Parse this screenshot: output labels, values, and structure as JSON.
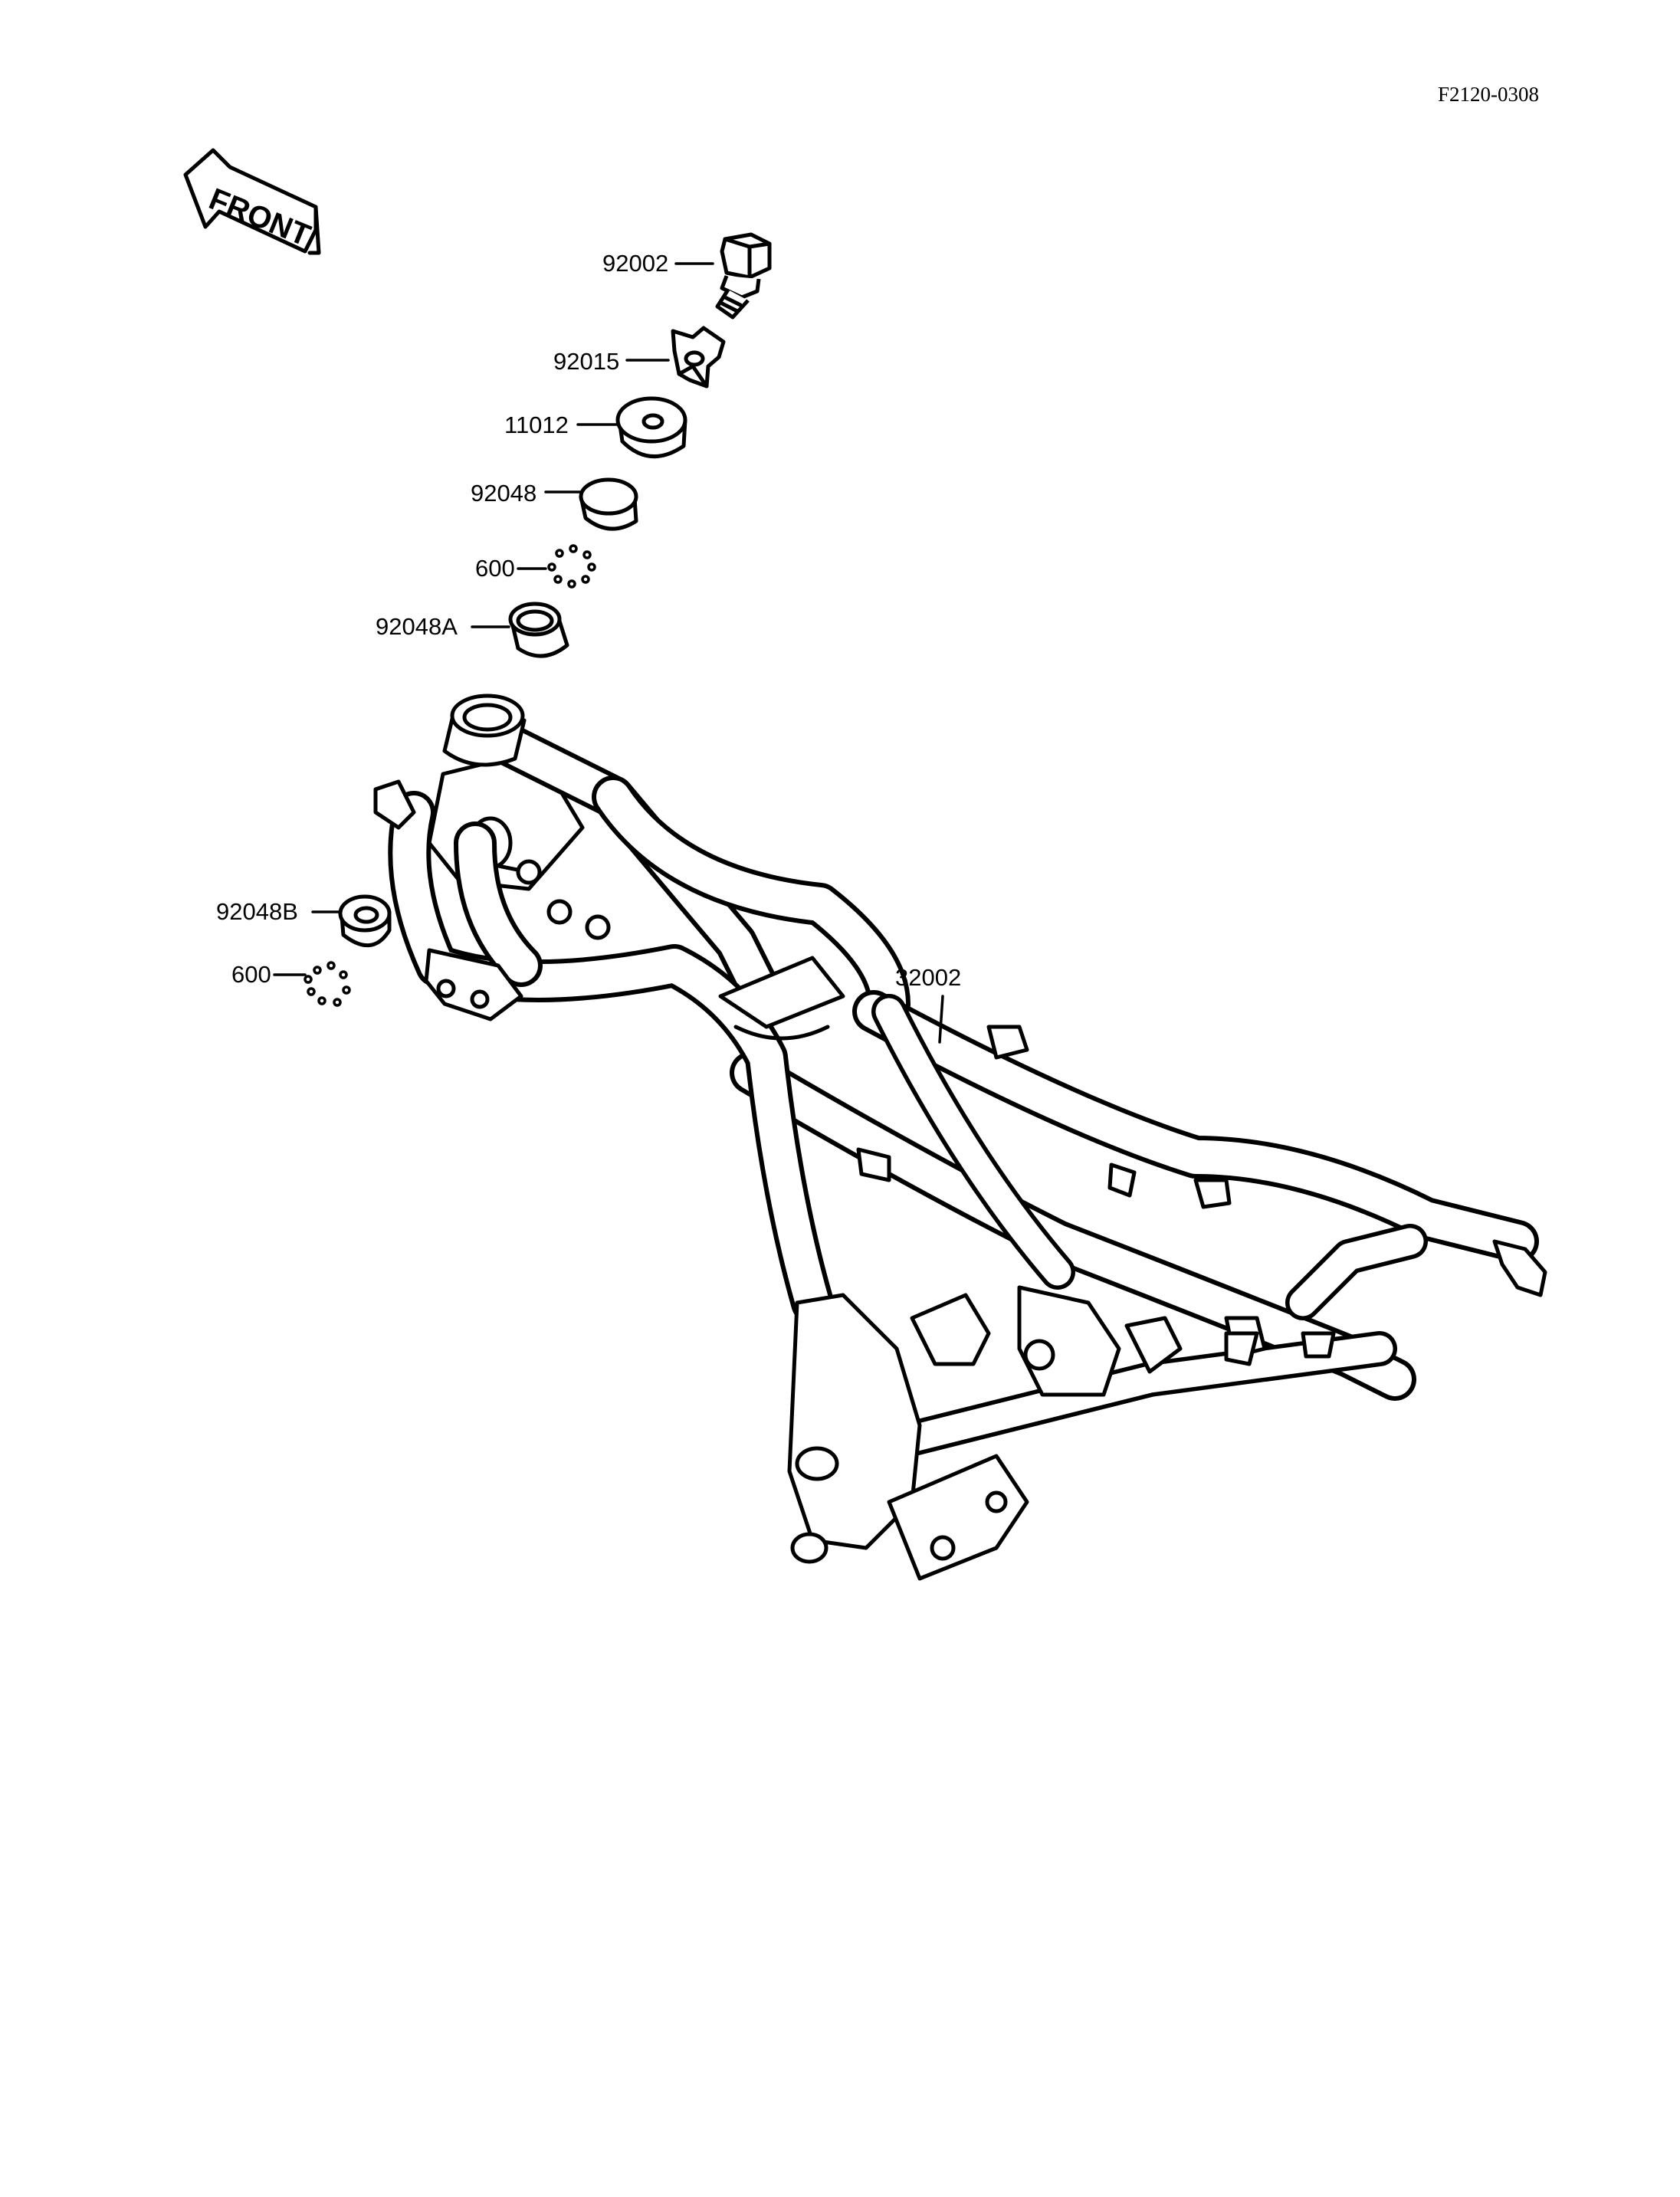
{
  "diagram_code": "F2120-0308",
  "front_label": "FRONT",
  "parts": {
    "bolt": "92002",
    "nut": "92015",
    "cap": "11012",
    "race_upper": "92048",
    "balls_upper": "600",
    "race_upper_a": "92048A",
    "race_lower_b": "92048B",
    "balls_lower": "600",
    "frame": "32002"
  }
}
